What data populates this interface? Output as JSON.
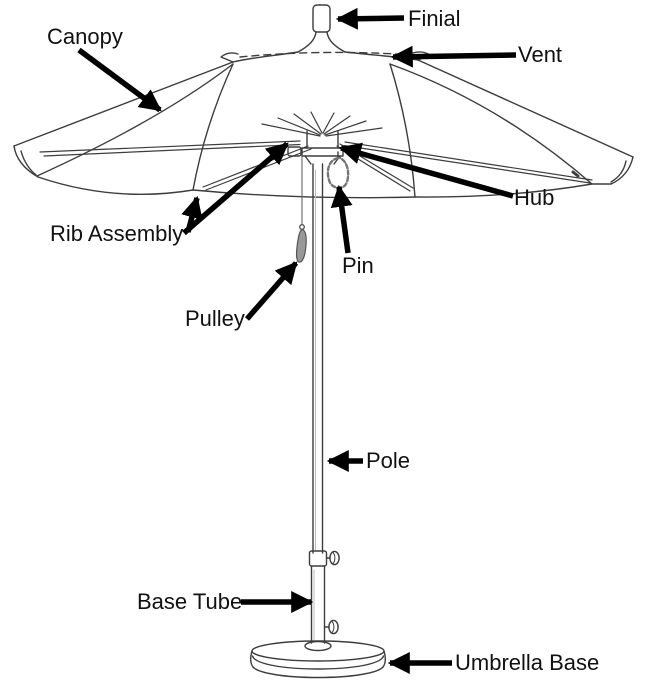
{
  "diagram": {
    "labels": [
      {
        "id": "canopy",
        "text": "Canopy"
      },
      {
        "id": "finial",
        "text": "Finial"
      },
      {
        "id": "vent",
        "text": "Vent"
      },
      {
        "id": "hub",
        "text": "Hub"
      },
      {
        "id": "rib-assembly",
        "text": "Rib Assembly"
      },
      {
        "id": "pin",
        "text": "Pin"
      },
      {
        "id": "pulley",
        "text": "Pulley"
      },
      {
        "id": "pole",
        "text": "Pole"
      },
      {
        "id": "base-tube",
        "text": "Base Tube"
      },
      {
        "id": "umbrella-base",
        "text": "Umbrella Base"
      }
    ],
    "colors": {
      "line": "#3d3d3d",
      "arrow": "#000000",
      "background": "#ffffff",
      "tassel": "#999999"
    }
  }
}
